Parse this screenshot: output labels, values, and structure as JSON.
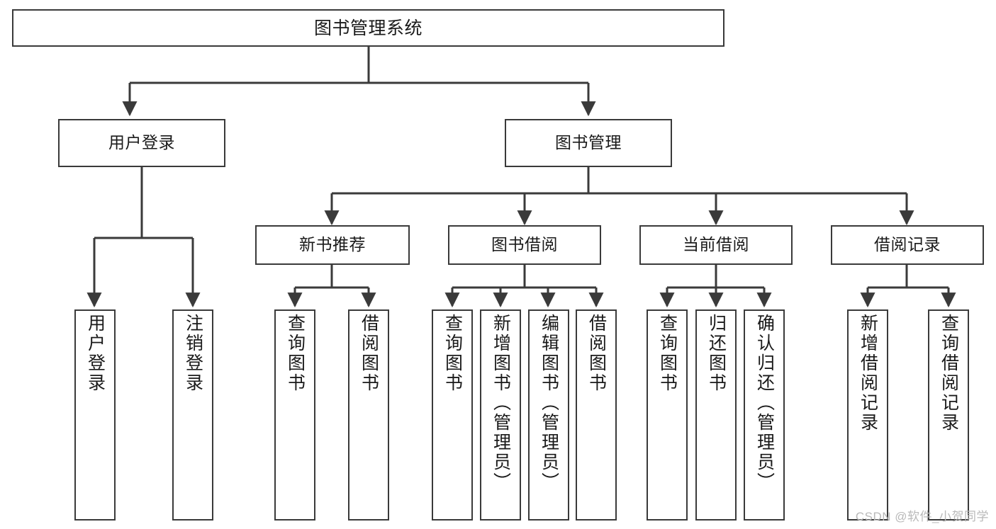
{
  "diagram": {
    "title": "图书管理系统",
    "type": "tree",
    "watermark": "CSDN @软件_小贺同学",
    "colors": {
      "box_border": "#3a3a3a",
      "box_fill": "#ffffff",
      "edge": "#3a3a3a",
      "text": "#1a1a1a",
      "watermark": "#b9b9b9"
    },
    "nodes": {
      "root": {
        "label": "图书管理系统"
      },
      "level1": [
        {
          "label": "用户登录"
        },
        {
          "label": "图书管理"
        }
      ],
      "level2": [
        {
          "label": "新书推荐"
        },
        {
          "label": "图书借阅"
        },
        {
          "label": "当前借阅"
        },
        {
          "label": "借阅记录"
        }
      ],
      "leaves_user_login": [
        {
          "label": "用户登录"
        },
        {
          "label": "注销登录"
        }
      ],
      "leaves_new_book": [
        {
          "label": "查询图书"
        },
        {
          "label": "借阅图书"
        }
      ],
      "leaves_borrow": [
        {
          "label": "查询图书"
        },
        {
          "label": "新增图书（管理员）"
        },
        {
          "label": "编辑图书（管理员）"
        },
        {
          "label": "借阅图书"
        }
      ],
      "leaves_current": [
        {
          "label": "查询图书"
        },
        {
          "label": "归还图书"
        },
        {
          "label": "确认归还（管理员）"
        }
      ],
      "leaves_records": [
        {
          "label": "新增借阅记录"
        },
        {
          "label": "查询借阅记录"
        }
      ]
    }
  }
}
